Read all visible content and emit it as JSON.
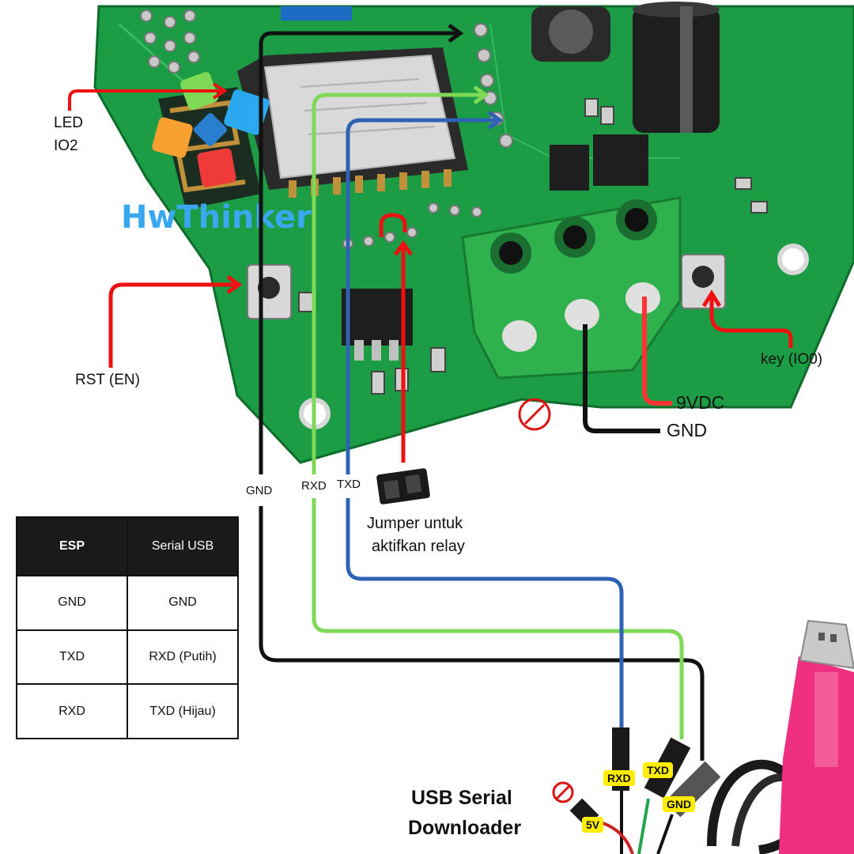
{
  "brand": "HwThinker",
  "labels": {
    "led": "LED",
    "led_pin": "IO2",
    "rst": "RST (EN)",
    "key": "key (IO0)",
    "vdc": "9VDC",
    "gnd": "GND",
    "jumper_line1": "Jumper untuk",
    "jumper_line2": "aktifkan relay",
    "usb_line1": "USB Serial",
    "usb_line2": "Downloader"
  },
  "wire_labels": {
    "gnd": "GND",
    "rxd": "RXD",
    "txd": "TXD"
  },
  "pin_tags": {
    "rxd": "RXD",
    "txd": "TXD",
    "gnd": "GND",
    "v5": "5V"
  },
  "table": {
    "headers": [
      "ESP",
      "Serial USB"
    ],
    "rows": [
      [
        "GND",
        "GND"
      ],
      [
        "TXD",
        "RXD (Putih)"
      ],
      [
        "RXD",
        "TXD (Hijau)"
      ]
    ]
  },
  "colors": {
    "gnd_wire": "#111111",
    "rxd_wire": "#7ed957",
    "txd_wire": "#2e63b4",
    "arrow": "#ee1111",
    "pcb": "#1c9c45",
    "terminal": "#2fb24d",
    "usb_pink": "#ef2f7f"
  }
}
